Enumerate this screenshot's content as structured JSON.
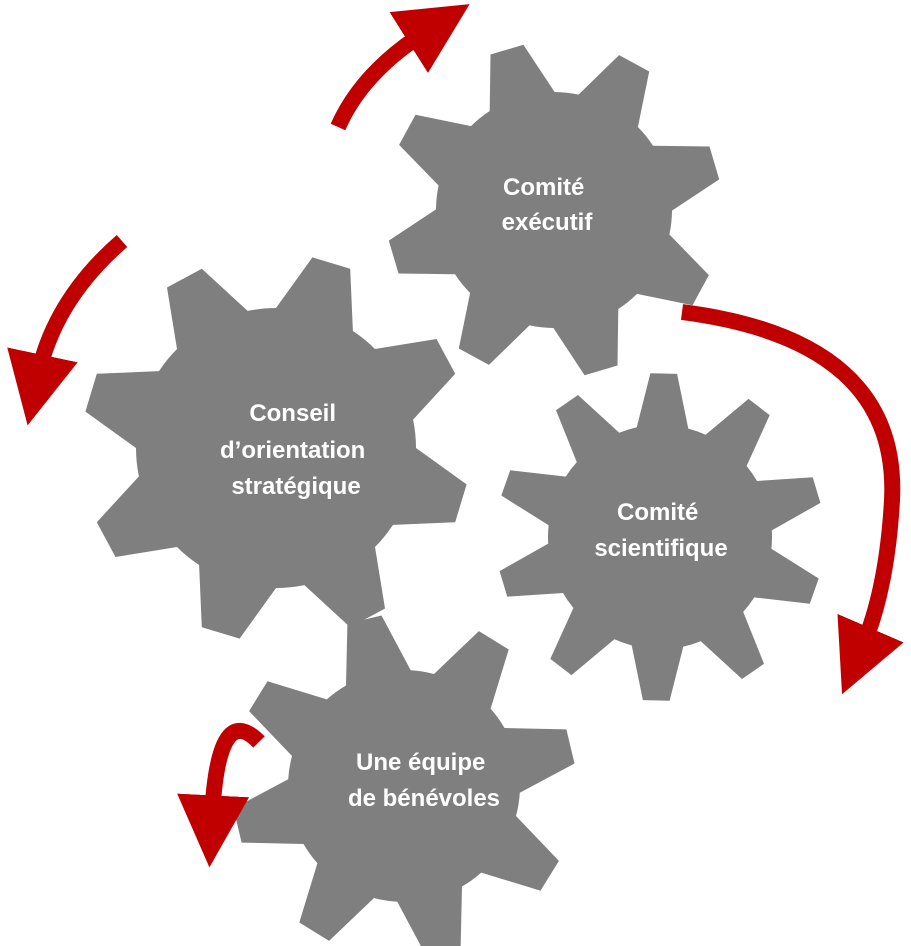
{
  "diagram": {
    "colors": {
      "gear": "#7f7f7f",
      "arrow": "#c00000",
      "label": "#ffffff"
    },
    "gears": [
      {
        "name": "comite-executif",
        "lines": [
          "Comité",
          "exécutif"
        ]
      },
      {
        "name": "conseil-orientation",
        "lines": [
          "Conseil",
          "d’orientation",
          "stratégique"
        ]
      },
      {
        "name": "comite-scientifique",
        "lines": [
          "Comité",
          "scientifique"
        ]
      },
      {
        "name": "equipe-benevoles",
        "lines": [
          "Une équipe",
          "de bénévoles"
        ]
      }
    ]
  }
}
